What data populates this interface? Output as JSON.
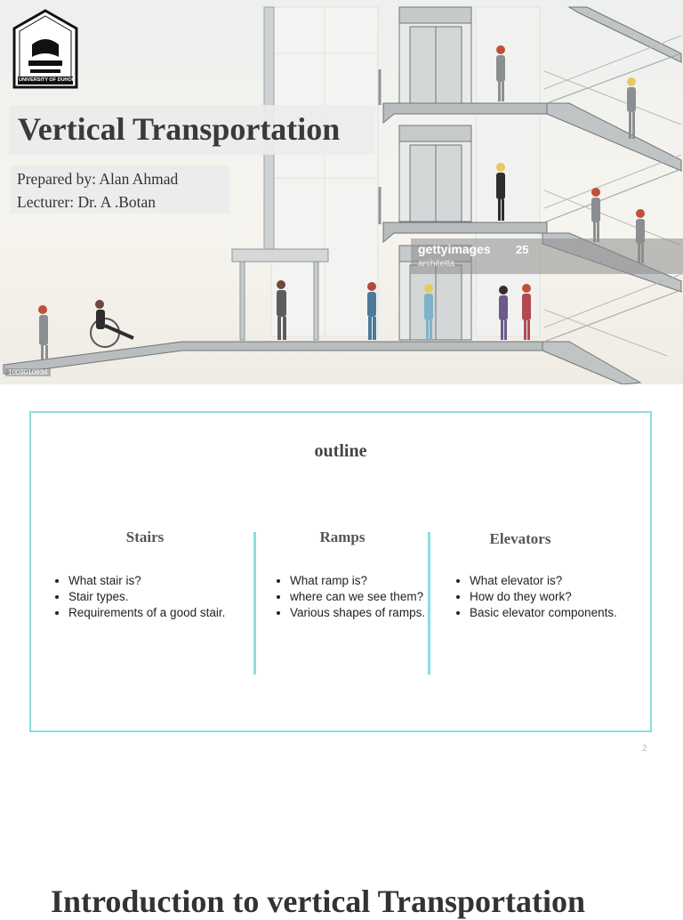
{
  "slide1": {
    "logo": {
      "caption": "UNIVERSITY OF DUHOK"
    },
    "title": "Vertical Transportation",
    "prepared_by": "Prepared by: Alan Ahmad",
    "lecturer": "Lecturer: Dr. A .Botan",
    "watermark": {
      "brand": "gettyimages",
      "badge": "25",
      "contributor": "architetta",
      "image_id": "1009010934"
    }
  },
  "slide2": {
    "heading": "outline",
    "columns": [
      {
        "title": "Stairs",
        "items": [
          "What stair is?",
          "Stair types.",
          "Requirements of a good stair."
        ]
      },
      {
        "title": "Ramps",
        "items": [
          "What ramp is?",
          "where can we see them?",
          "Various shapes of ramps."
        ]
      },
      {
        "title": "Elevators",
        "items": [
          "What elevator is?",
          "How do they work?",
          "Basic elevator components."
        ]
      }
    ],
    "page_number": "2"
  },
  "slide3": {
    "title": "Introduction to vertical Transportation"
  },
  "colors": {
    "accent": "#8bdde4",
    "title_text": "#3a3a3a",
    "title_bg": "#ececec"
  }
}
